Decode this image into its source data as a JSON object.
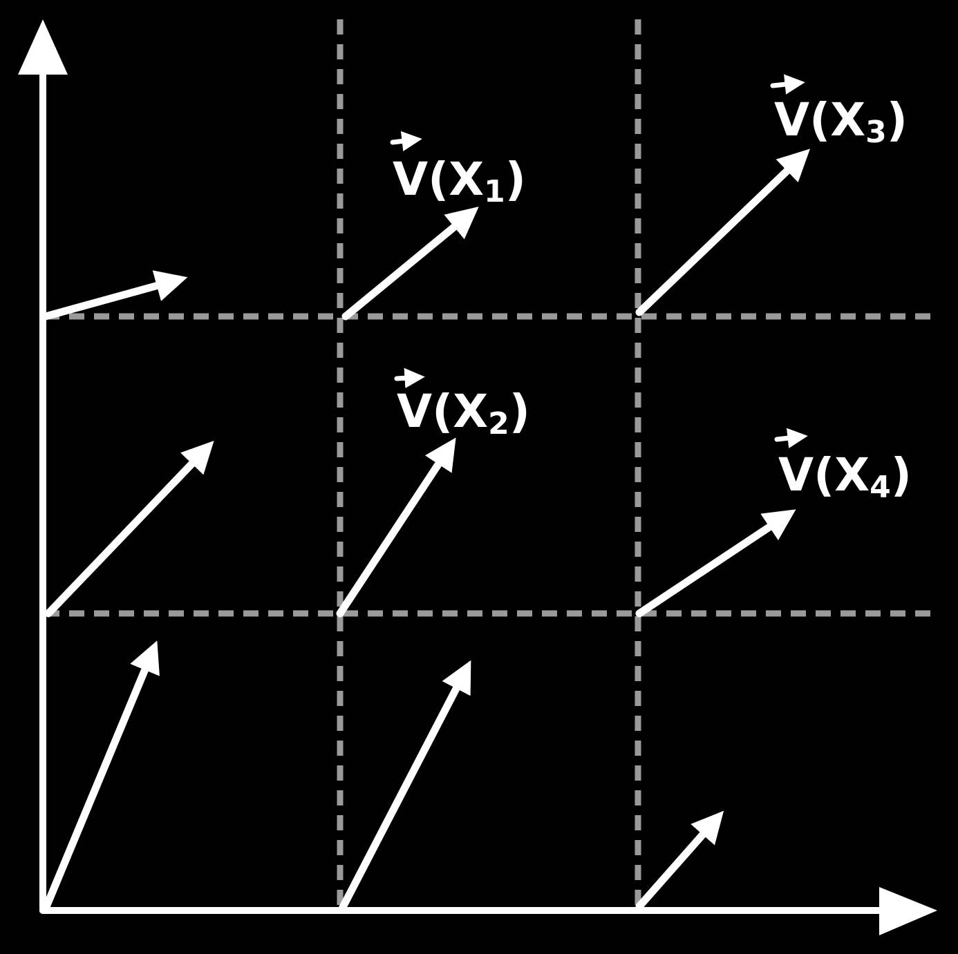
{
  "diagram": {
    "background": "#000000",
    "stroke_color": "#ffffff",
    "grid_color": "#9a9a9a",
    "labels": {
      "x1": {
        "base": "V(X",
        "sub": "1",
        "close": ")"
      },
      "x2": {
        "base": "V(X",
        "sub": "2",
        "close": ")"
      },
      "x3": {
        "base": "V(X",
        "sub": "3",
        "close": ")"
      },
      "x4": {
        "base": "V(X",
        "sub": "4",
        "close": ")"
      }
    }
  }
}
